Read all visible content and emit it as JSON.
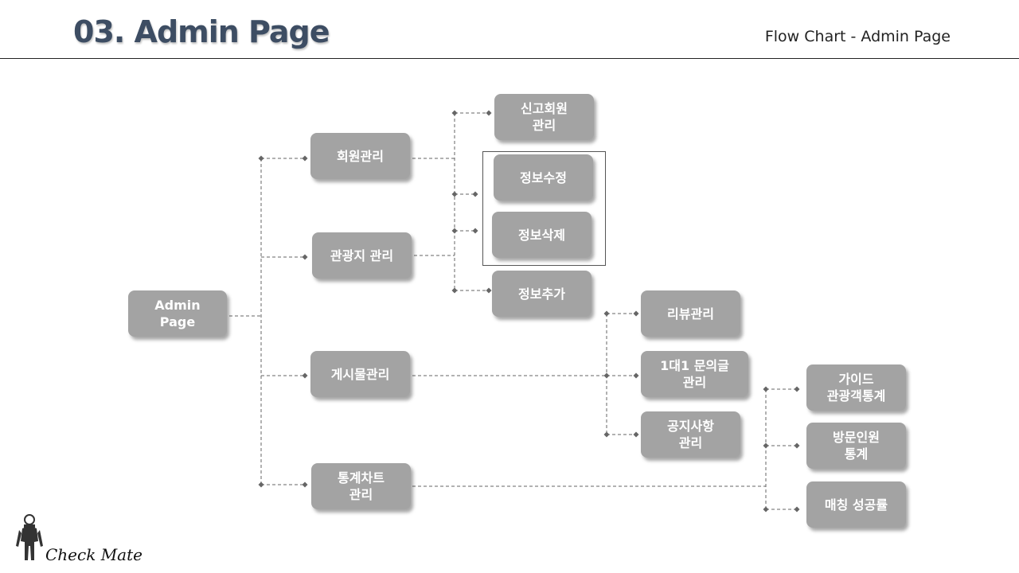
{
  "header": {
    "title": "03. Admin Page",
    "subtitle": "Flow Chart -  Admin Page"
  },
  "footer": {
    "brand": "Check Mate"
  },
  "colors": {
    "node_fill": "#a3a3a3",
    "title": "#3d4d63",
    "connector": "#666666"
  },
  "nodes": {
    "admin": "Admin\nPage",
    "member_mgmt": "회원관리",
    "tour_mgmt": "관광지 관리",
    "board_mgmt": "게시물관리",
    "stats_mgmt": "통계차트\n관리",
    "reported_member": "신고회원\n관리",
    "edit_info": "정보수정",
    "delete_info": "정보삭제",
    "add_info": "정보추가",
    "review_mgmt": "리뷰관리",
    "inquiry_mgmt": "1대1 문의글\n관리",
    "notice_mgmt": "공지사항\n관리",
    "guide_stats": "가이드\n관광객통계",
    "visitor_stats": "방문인원\n통계",
    "matching_rate": "매칭 성공률"
  }
}
